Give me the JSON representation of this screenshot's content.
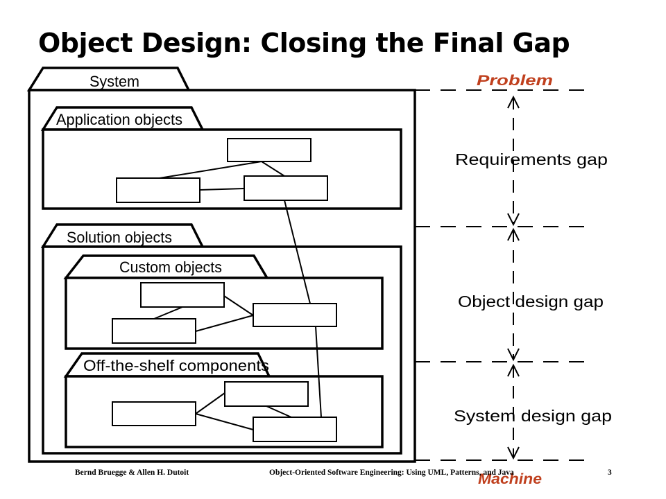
{
  "title": "Object Design: Closing the Final Gap",
  "diagram": {
    "system_label": "System",
    "application_label": "Application objects",
    "solution_label": "Solution objects",
    "custom_label": "Custom objects",
    "offshelf_label": "Off-the-shelf components",
    "problem_label": "Problem",
    "machine_label": "Machine",
    "requirements_gap": "Requirements gap",
    "object_design_gap": "Object design gap",
    "system_design_gap": "System design gap",
    "accent_color": "#c0401e"
  },
  "footer": {
    "authors": "Bernd Bruegge & Allen H. Dutoit",
    "book": "Object-Oriented Software Engineering: Using UML, Patterns, and Java",
    "page": "3"
  }
}
